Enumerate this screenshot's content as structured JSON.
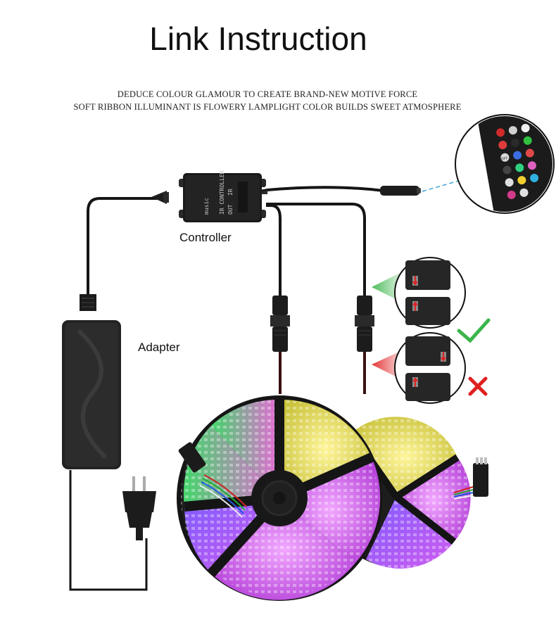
{
  "title": "Link Instruction",
  "subtitle_lines": [
    "DEDUCE COLOUR GLAMOUR TO CREATE BRAND-NEW MOTIVE FORCE",
    "SOFT RIBBON ILLUMINANT IS FLOWERY LAMPLIGHT COLOR BUILDS SWEET ATMOSPHERE"
  ],
  "labels": {
    "controller": "Controller",
    "adapter": "Adapter"
  },
  "controller_markings": {
    "brand": "music",
    "ir_controller": "IR CONTROLLER",
    "ir": "IR",
    "out": "OUT"
  },
  "remote_buttons": {
    "off": "OFF"
  },
  "connector_checks": {
    "correct": "check-mark",
    "wrong": "cross-mark"
  },
  "colors": {
    "check": "#3bb54a",
    "cross": "#e02020",
    "cable": "#151515",
    "ir_beam": "#3fa8d8"
  }
}
